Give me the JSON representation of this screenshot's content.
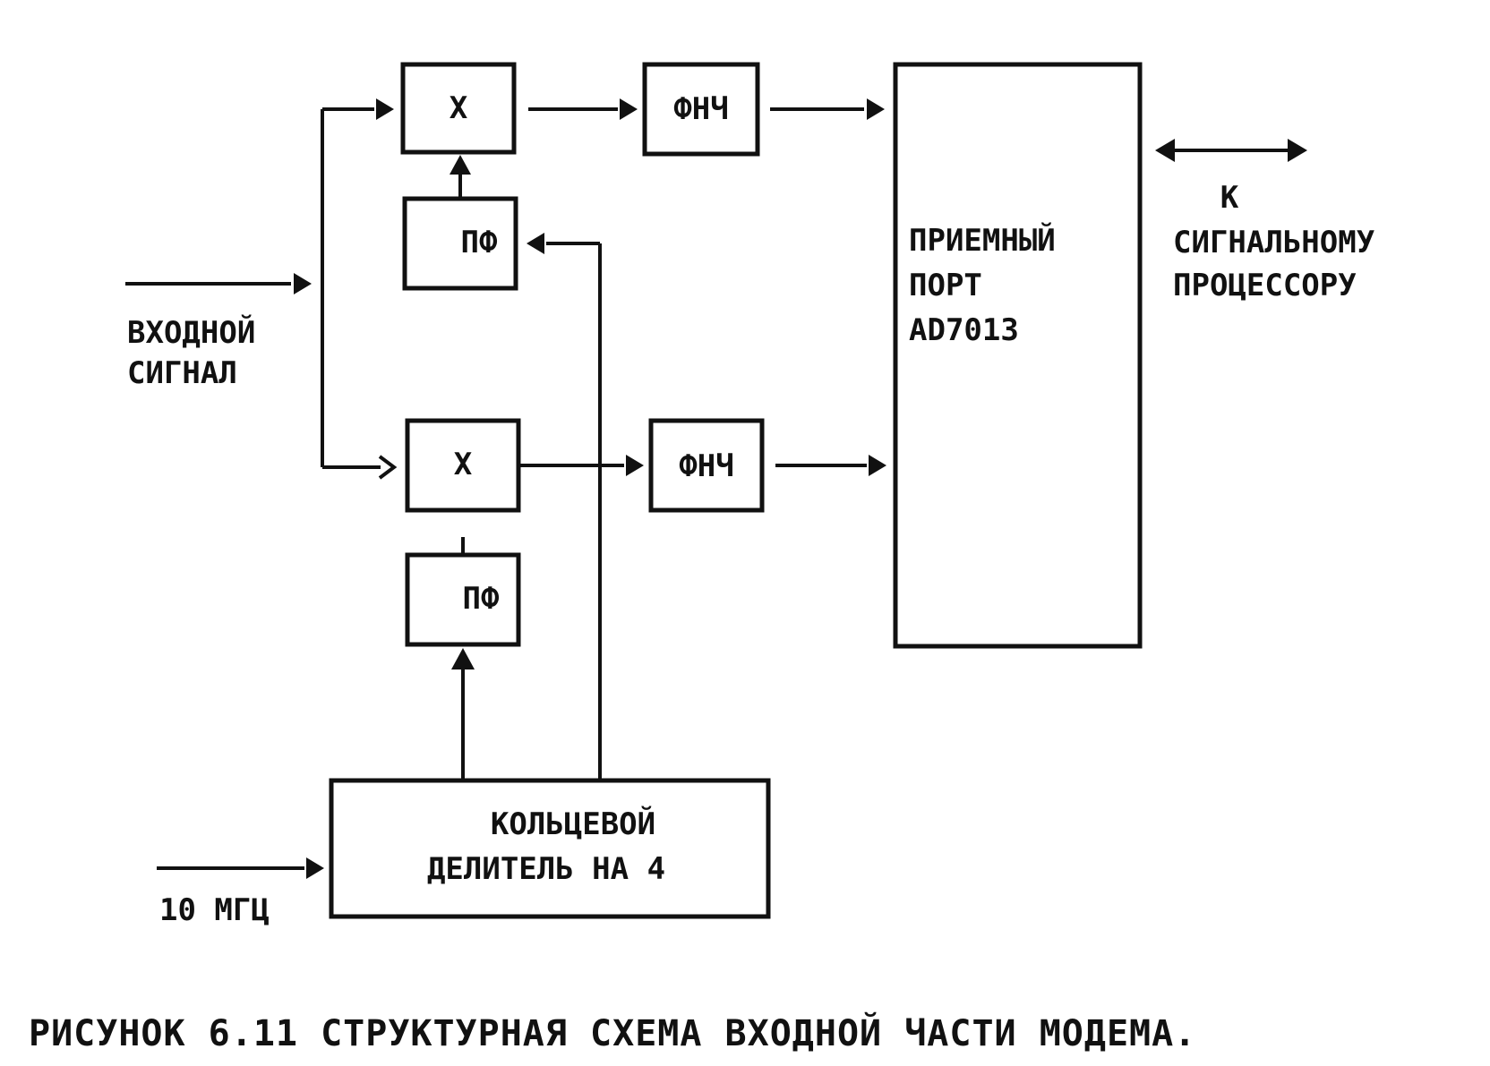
{
  "diagram": {
    "mixer_top_label": "X",
    "mixer_bottom_label": "X",
    "bpf_top_label": "ПФ",
    "bpf_bottom_label": "ПФ",
    "lpf_top_label": "ФНЧ",
    "lpf_bottom_label": "ФНЧ",
    "receive_port_lines": [
      "ПРИЕМНЫЙ",
      "ПОРТ",
      "AD7013"
    ],
    "divider_lines": [
      "КОЛЬЦЕВОЙ",
      "ДЕЛИТЕЛЬ НА 4"
    ],
    "input_signal_lines": [
      "ВХОДНОЙ",
      "СИГНАЛ"
    ],
    "clock_label": "10 МГЦ",
    "dsp_lines": [
      "К",
      "СИГНАЛЬНОМУ",
      "ПРОЦЕССОРУ"
    ]
  },
  "caption": "РИСУНОК 6.11 СТРУКТУРНАЯ СХЕМА ВХОДНОЙ ЧАСТИ МОДЕМА."
}
